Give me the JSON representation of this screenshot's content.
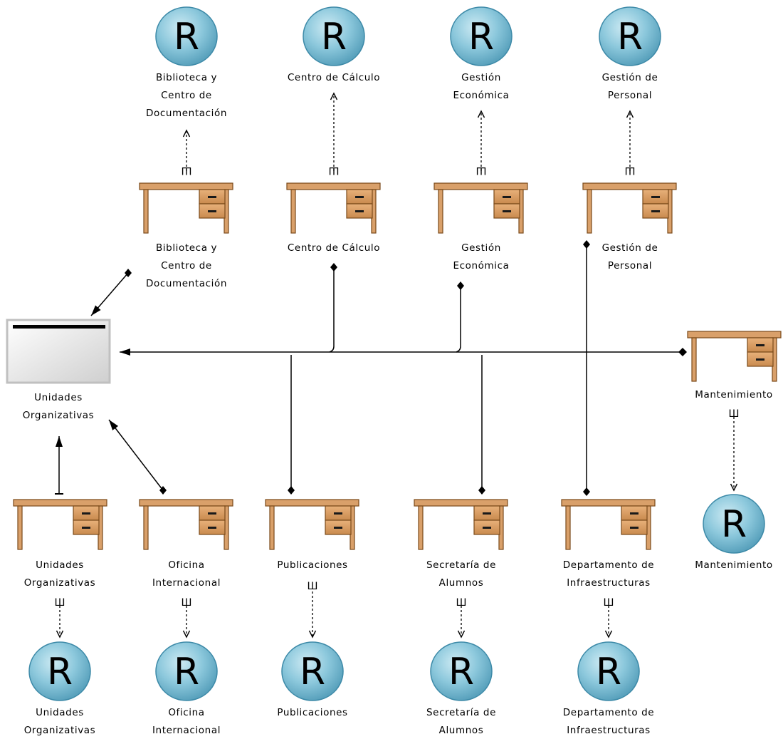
{
  "diagram": {
    "collection": {
      "label": "Unidades\nOrganizativas"
    },
    "desks": [
      {
        "id": "biblioteca",
        "label": "Biblioteca y\nCentro de\nDocumentación"
      },
      {
        "id": "centro_calculo",
        "label": "Centro de Cálculo"
      },
      {
        "id": "gestion_economica",
        "label": "Gestión\nEconómica"
      },
      {
        "id": "gestion_personal",
        "label": "Gestión de\nPersonal"
      },
      {
        "id": "mantenimiento",
        "label": "Mantenimiento"
      },
      {
        "id": "unidades_org",
        "label": "Unidades\nOrganizativas"
      },
      {
        "id": "oficina_int",
        "label": "Oficina\nInternacional"
      },
      {
        "id": "publicaciones",
        "label": "Publicaciones"
      },
      {
        "id": "secretaria",
        "label": "Secretaría de\nAlumnos"
      },
      {
        "id": "infraestructuras",
        "label": "Departamento de\nInfraestructuras"
      }
    ],
    "roles": [
      {
        "id": "r_biblioteca",
        "letter": "R",
        "label": "Biblioteca y\nCentro de\nDocumentación"
      },
      {
        "id": "r_centro_calculo",
        "letter": "R",
        "label": "Centro de Cálculo"
      },
      {
        "id": "r_gestion_economica",
        "letter": "R",
        "label": "Gestión\nEconómica"
      },
      {
        "id": "r_gestion_personal",
        "letter": "R",
        "label": "Gestión de\nPersonal"
      },
      {
        "id": "r_mantenimiento",
        "letter": "R",
        "label": "Mantenimiento"
      },
      {
        "id": "r_unidades_org",
        "letter": "R",
        "label": "Unidades\nOrganizativas"
      },
      {
        "id": "r_oficina_int",
        "letter": "R",
        "label": "Oficina\nInternacional"
      },
      {
        "id": "r_publicaciones",
        "letter": "R",
        "label": "Publicaciones"
      },
      {
        "id": "r_secretaria",
        "letter": "R",
        "label": "Secretaría de\nAlumnos"
      },
      {
        "id": "r_infraestructuras",
        "letter": "R",
        "label": "Departamento de\nInfraestructuras"
      }
    ],
    "stereotype_glyph": "Ш",
    "colors": {
      "desk_wood": "#d9a06a",
      "desk_edge": "#7a4a1a",
      "role_fill": "#7fc0d6",
      "collection_fill": "#e2e2e2"
    }
  }
}
